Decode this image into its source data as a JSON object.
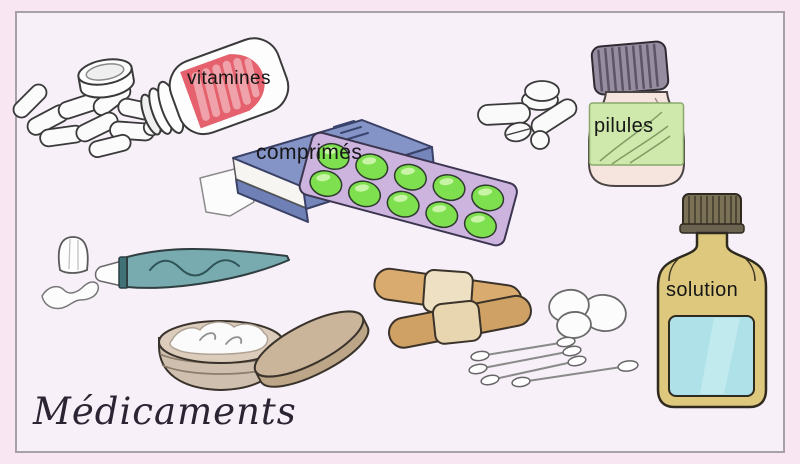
{
  "title": "Médicaments",
  "labels": {
    "vitamins": "vitamines",
    "tablets": "comprimés",
    "pills": "pilules",
    "solution": "solution"
  },
  "colors": {
    "outer_bg": "#f8e6f3",
    "inner_bg": "#f8f0f9",
    "frame_border": "#a8a1ab",
    "label_text": "#161616",
    "title_text": "#2b2533",
    "vitamin_label_red": "#e4616d",
    "vitamin_capsule_pink": "#f0a2aa",
    "box_blue": "#8594c7",
    "blister_purple": "#ccb4de",
    "pill_green": "#7ee04f",
    "pills_jar_body": "#f6e5df",
    "pills_jar_label_green": "#cfe8ab",
    "pills_jar_cap": "#978da1",
    "solution_bottle_tan": "#ddc87e",
    "solution_liquid_blue": "#aee1e8",
    "solution_cap_olive": "#7a7157",
    "tube_teal": "#78abb0",
    "bandage_tan": "#d9ab6e",
    "bandage_pad_cream": "#eee0c2",
    "tin_beige": "#cfbfae",
    "white_item": "#fbfbfb"
  },
  "objects": [
    "vitamin bottle tipped over with cap off and spilled white pills",
    "blue tablet box opened with flap",
    "purple blister pack with ten green tablets",
    "loose white capsules and tablets",
    "pill jar with ribbed cap and green label",
    "tan solution bottle with blue liquid window",
    "teal ointment tube with cap off and squeezed cream",
    "round cream tin with lid leaning",
    "two adhesive bandages",
    "three cotton balls",
    "four cotton swabs"
  ]
}
